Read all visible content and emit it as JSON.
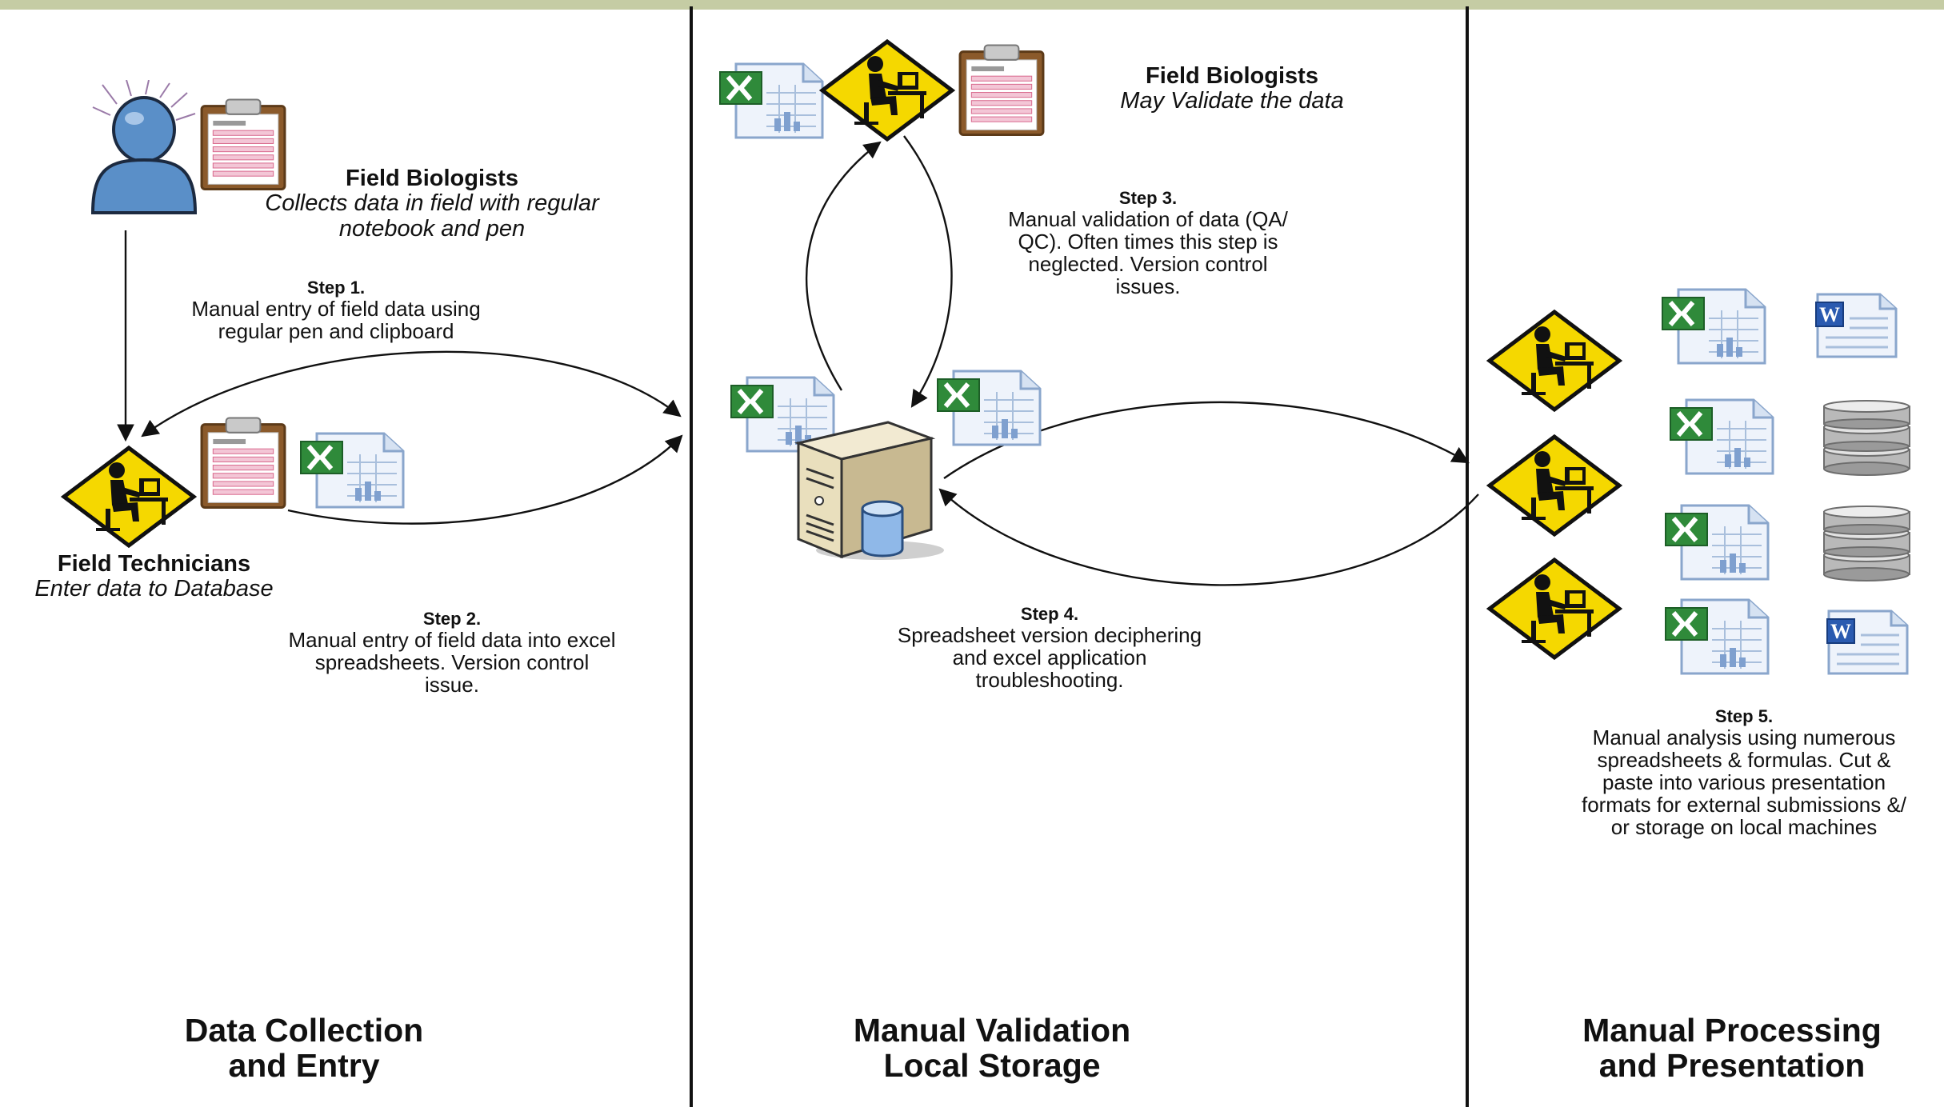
{
  "colors": {
    "topbar": "#c5cca4",
    "divider": "#111111",
    "sign_fill": "#f5d800",
    "person": "#5a8fc8",
    "excel_green": "#2f8a3a",
    "word_blue": "#2a5ab0"
  },
  "icons": [
    "person-icon",
    "clipboard-icon",
    "worker-sign-icon",
    "excel-spreadsheet-icon",
    "server-icon",
    "word-document-icon",
    "database-icon"
  ],
  "columns": [
    {
      "line1": "Data Collection",
      "line2": "and Entry"
    },
    {
      "line1": "Manual Validation",
      "line2": "Local Storage"
    },
    {
      "line1": "Manual Processing",
      "line2": "and Presentation"
    }
  ],
  "actors": {
    "biologists_collect": {
      "name": "Field Biologists",
      "role_line1": "Collects data in field with regular",
      "role_line2": "notebook and pen"
    },
    "technicians": {
      "name": "Field Technicians",
      "role": "Enter data to Database"
    },
    "biologists_validate": {
      "name": "Field Biologists",
      "role": "May Validate the data"
    }
  },
  "steps": [
    {
      "label": "Step 1.",
      "lines": [
        "Manual entry of field data using",
        "regular pen and clipboard"
      ]
    },
    {
      "label": "Step 2.",
      "lines": [
        "Manual entry of field data into excel",
        "spreadsheets. Version control",
        "issue."
      ]
    },
    {
      "label": "Step 3.",
      "lines": [
        "Manual validation of data (QA/",
        "QC). Often times this step is",
        "neglected. Version control",
        "issues."
      ]
    },
    {
      "label": "Step 4.",
      "lines": [
        "Spreadsheet version deciphering",
        "and excel application",
        "troubleshooting."
      ]
    },
    {
      "label": "Step 5.",
      "lines": [
        "Manual analysis using numerous",
        "spreadsheets &  formulas. Cut &",
        "paste  into various presentation",
        "formats for external submissions &/",
        "or storage on local machines"
      ]
    }
  ]
}
